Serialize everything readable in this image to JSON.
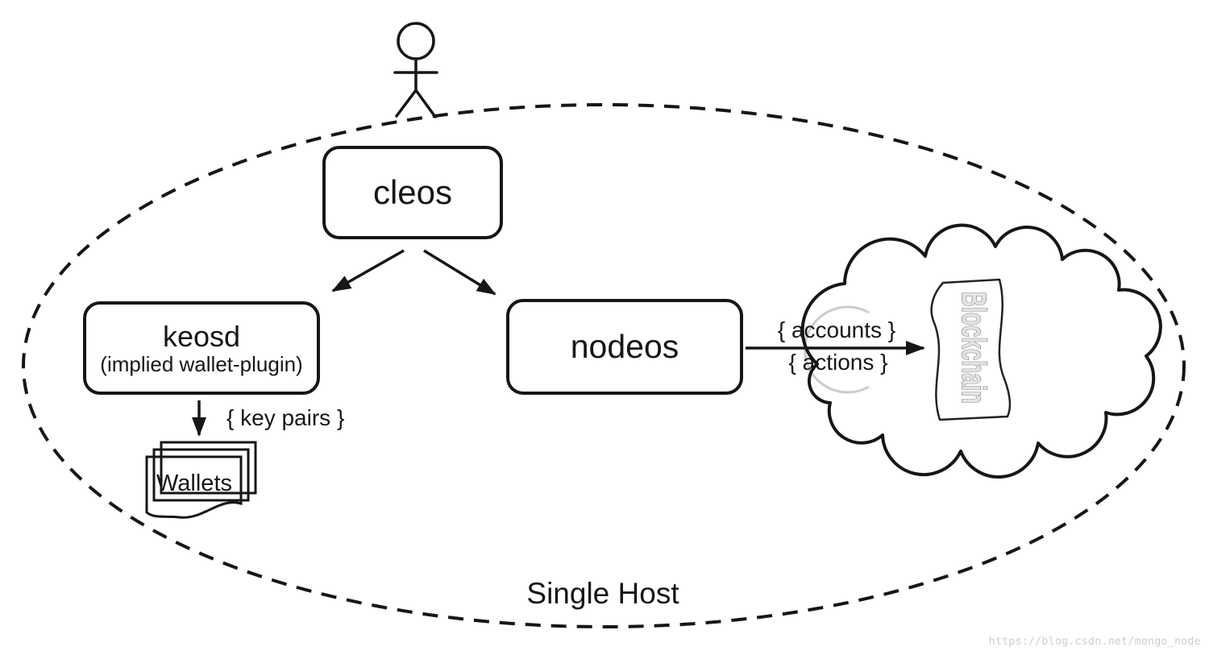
{
  "boundary": {
    "label": "Single Host"
  },
  "nodes": {
    "cleos": {
      "label": "cleos"
    },
    "keosd": {
      "label": "keosd",
      "sublabel": "(implied wallet-plugin)"
    },
    "nodeos": {
      "label": "nodeos"
    },
    "wallets": {
      "label": "Wallets"
    },
    "blockchain": {
      "label": "Blockchain"
    }
  },
  "edges": {
    "cleos_to_keosd": {
      "label": ""
    },
    "cleos_to_nodeos": {
      "label": ""
    },
    "keosd_to_wallets": {
      "label": "{ key pairs }"
    },
    "nodeos_to_blockchain": {
      "label_top": "{ accounts }",
      "label_bottom": "{ actions }"
    }
  },
  "icons": {
    "actor": "stick-figure-person",
    "wallets": "stacked-documents",
    "blockchain": "cloud-with-scroll"
  },
  "watermark": {
    "text": "https://blog.csdn.net/mongo_node",
    "color": "#ccccd6"
  },
  "colors": {
    "ink": "#161616",
    "background": "#ffffff",
    "scroll_text_fill": "#e4e4e4",
    "scroll_text_outline": "#8c8c8c",
    "gray_arc": "#cccccc"
  }
}
